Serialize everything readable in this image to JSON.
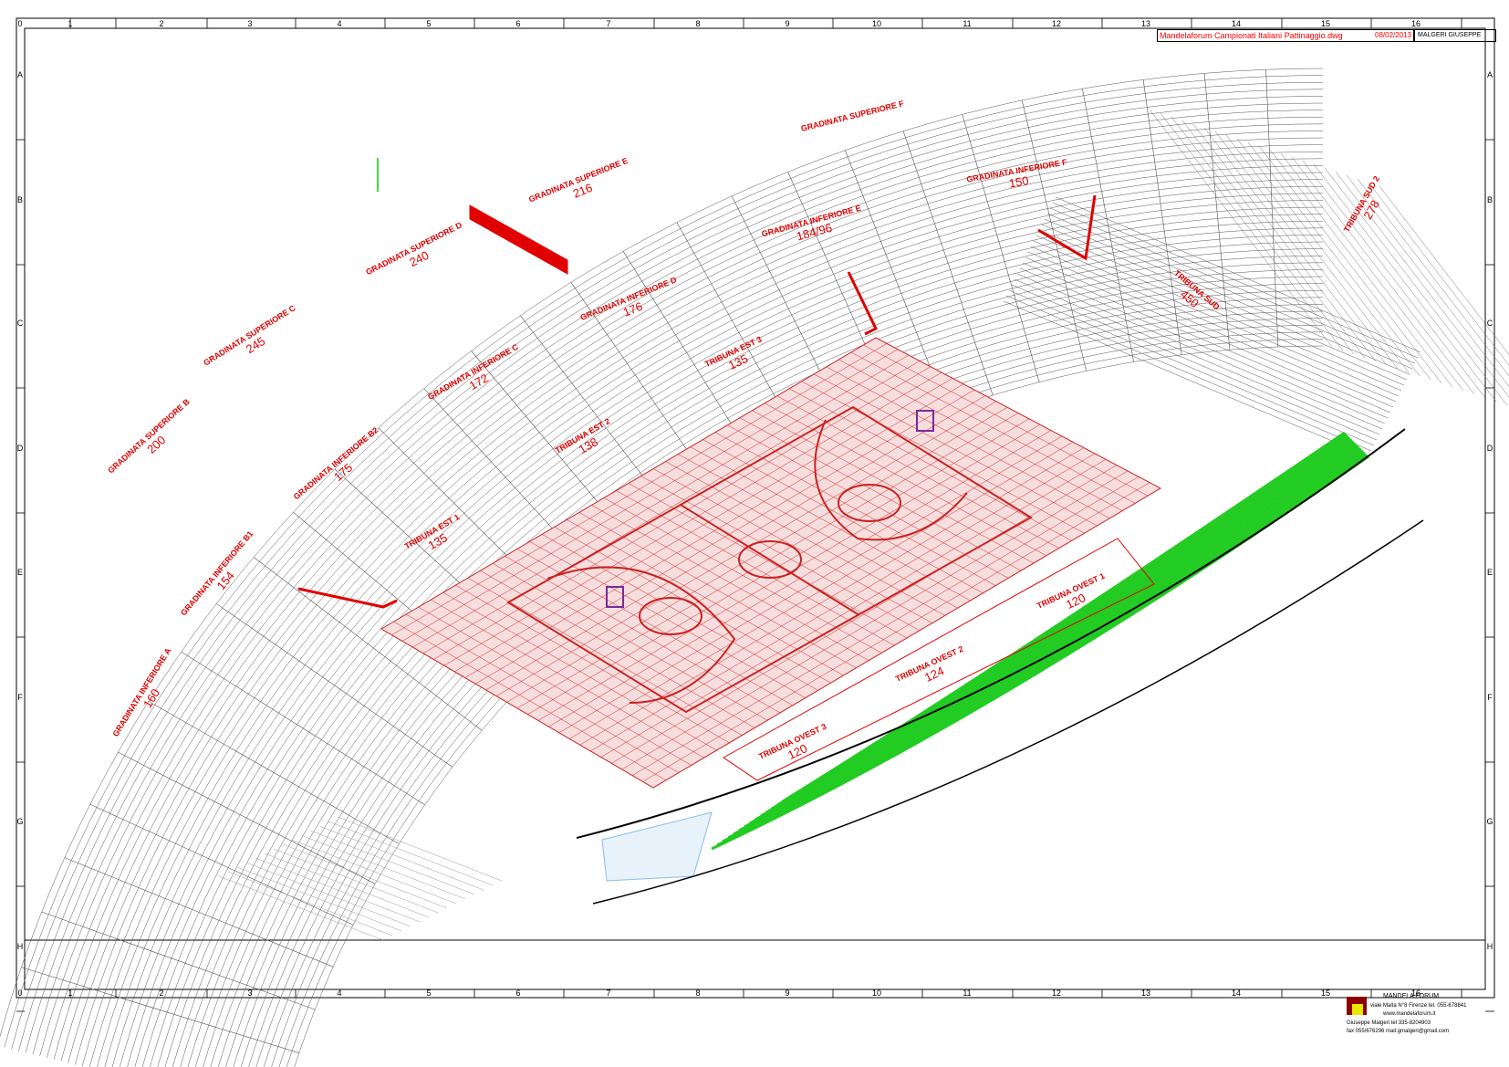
{
  "title_block": {
    "file_title": "Mandelaforum Campionati Italiani Pattinaggio.dwg",
    "date": "08/02/2013",
    "author": "MALGERI GIUSEPPE"
  },
  "frame": {
    "columns": [
      "0",
      "1",
      "2",
      "3",
      "4",
      "5",
      "6",
      "7",
      "8",
      "9",
      "10",
      "11",
      "12",
      "13",
      "14",
      "15",
      "16"
    ],
    "rows": [
      "A",
      "B",
      "C",
      "D",
      "E",
      "F",
      "G",
      "H"
    ]
  },
  "sections": [
    {
      "name": "GRADINATA SUPERIORE D",
      "count": "240"
    },
    {
      "name": "GRADINATA SUPERIORE E",
      "count": "216"
    },
    {
      "name": "GRADINATA SUPERIORE F",
      "count": ""
    },
    {
      "name": "GRADINATA SUPERIORE C",
      "count": "245"
    },
    {
      "name": "GRADINATA SUPERIORE B",
      "count": "200"
    },
    {
      "name": "GRADINATA INFERIORE A",
      "count": "160"
    },
    {
      "name": "GRADINATA INFERIORE B1",
      "count": "154"
    },
    {
      "name": "GRADINATA INFERIORE B2",
      "count": "175"
    },
    {
      "name": "GRADINATA INFERIORE C",
      "count": "172"
    },
    {
      "name": "GRADINATA INFERIORE D",
      "count": "176"
    },
    {
      "name": "GRADINATA INFERIORE E",
      "count": "184/96"
    },
    {
      "name": "GRADINATA INFERIORE F",
      "count": "150"
    },
    {
      "name": "TRIBUNA EST 1",
      "count": "135"
    },
    {
      "name": "TRIBUNA EST 2",
      "count": "138"
    },
    {
      "name": "TRIBUNA EST 3",
      "count": "135"
    },
    {
      "name": "TRIBUNA SUD",
      "count": "450"
    },
    {
      "name": "TRIBUNA SUD 2",
      "count": "278"
    },
    {
      "name": "TRIBUNA OVEST 1",
      "count": "120"
    },
    {
      "name": "TRIBUNA OVEST 2",
      "count": "124"
    },
    {
      "name": "TRIBUNA OVEST 3",
      "count": "120"
    }
  ],
  "info_block": {
    "venue": "MANDELA FORUM",
    "address": "viale Malta N°8 Firenze tel. 055-678841",
    "website": "www.mandelaforum.it",
    "contact1": "Giuseppe Malgeri   tel 335-8204903",
    "contact2": "fax 055/676296   mail:gmalgeri@gmail.com"
  },
  "colors": {
    "line": "#555555",
    "red": "#e00000",
    "court_red": "#cc2222",
    "green": "#22cc22",
    "blue": "#88bbee",
    "frame": "#000000"
  }
}
